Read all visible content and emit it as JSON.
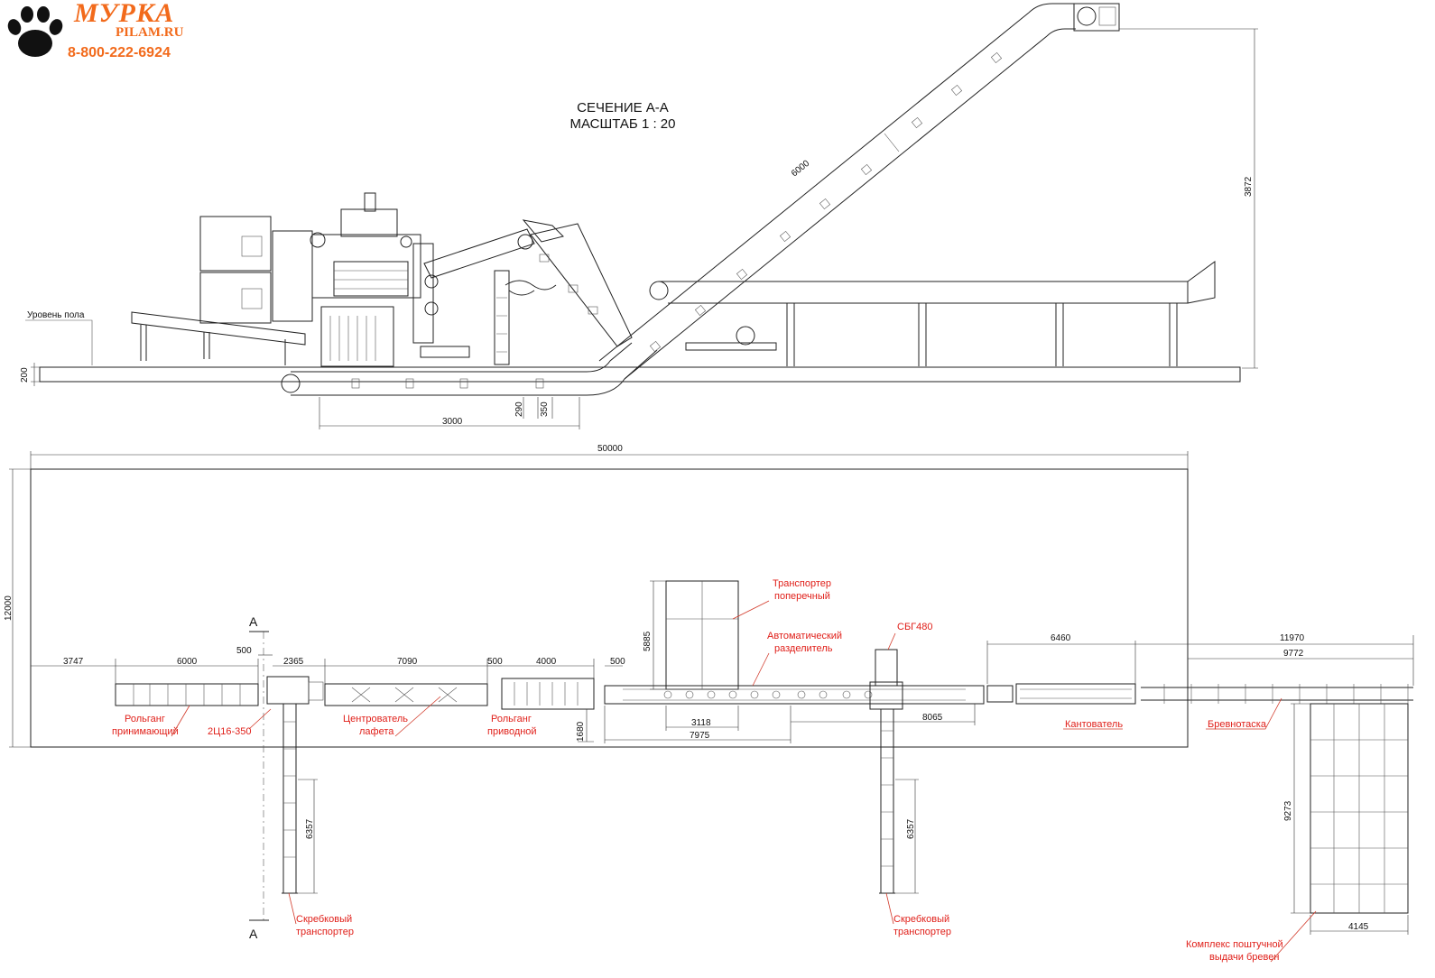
{
  "logo": {
    "name": "МУРКА",
    "site": "PILAM.RU",
    "phone": "8-800-222-6924",
    "icon": "paw-print-icon",
    "color": "#f26a1b"
  },
  "section": {
    "title": "СЕЧЕНИЕ А-А",
    "scale": "МАСШТАБ 1 : 20",
    "floor_label": "Уровень пола",
    "dims": {
      "incline_length": "6000",
      "height": "3872",
      "base_height": "200",
      "depth_1": "290",
      "depth_2": "350",
      "length": "3000"
    }
  },
  "plan": {
    "section_mark": "А",
    "dims": {
      "overall_length": "50000",
      "overall_width": "12000",
      "d3747": "3747",
      "d6000": "6000",
      "d500a": "500",
      "d2365": "2365",
      "d7090": "7090",
      "d500b": "500",
      "d4000": "4000",
      "d500c": "500",
      "d5885": "5885",
      "d3118": "3118",
      "d7975": "7975",
      "d1680": "1680",
      "d8065": "8065",
      "d6460": "6460",
      "d11970": "11970",
      "d9772": "9772",
      "d6357a": "6357",
      "d6357b": "6357",
      "d9273": "9273",
      "d4145": "4145"
    },
    "labels": {
      "infeed_roller": [
        "Рольганг",
        "принимающий"
      ],
      "saw": "2Ц16-350",
      "centering": [
        "Центрователь",
        "лафета"
      ],
      "drive_roller": [
        "Рольганг",
        "приводной"
      ],
      "cross_conveyor": [
        "Транспортер",
        "поперечный"
      ],
      "auto_separator": [
        "Автоматический",
        "разделитель"
      ],
      "sbg": "СБГ480",
      "turner": "Кантователь",
      "log_haul": "Бревнотаска",
      "scraper_1": [
        "Скребковый",
        "транспортер"
      ],
      "scraper_2": [
        "Скребковый",
        "транспортер"
      ],
      "log_deck": [
        "Комплекс поштучной",
        "выдачи бревен"
      ]
    },
    "label_color": "#e0201a"
  }
}
